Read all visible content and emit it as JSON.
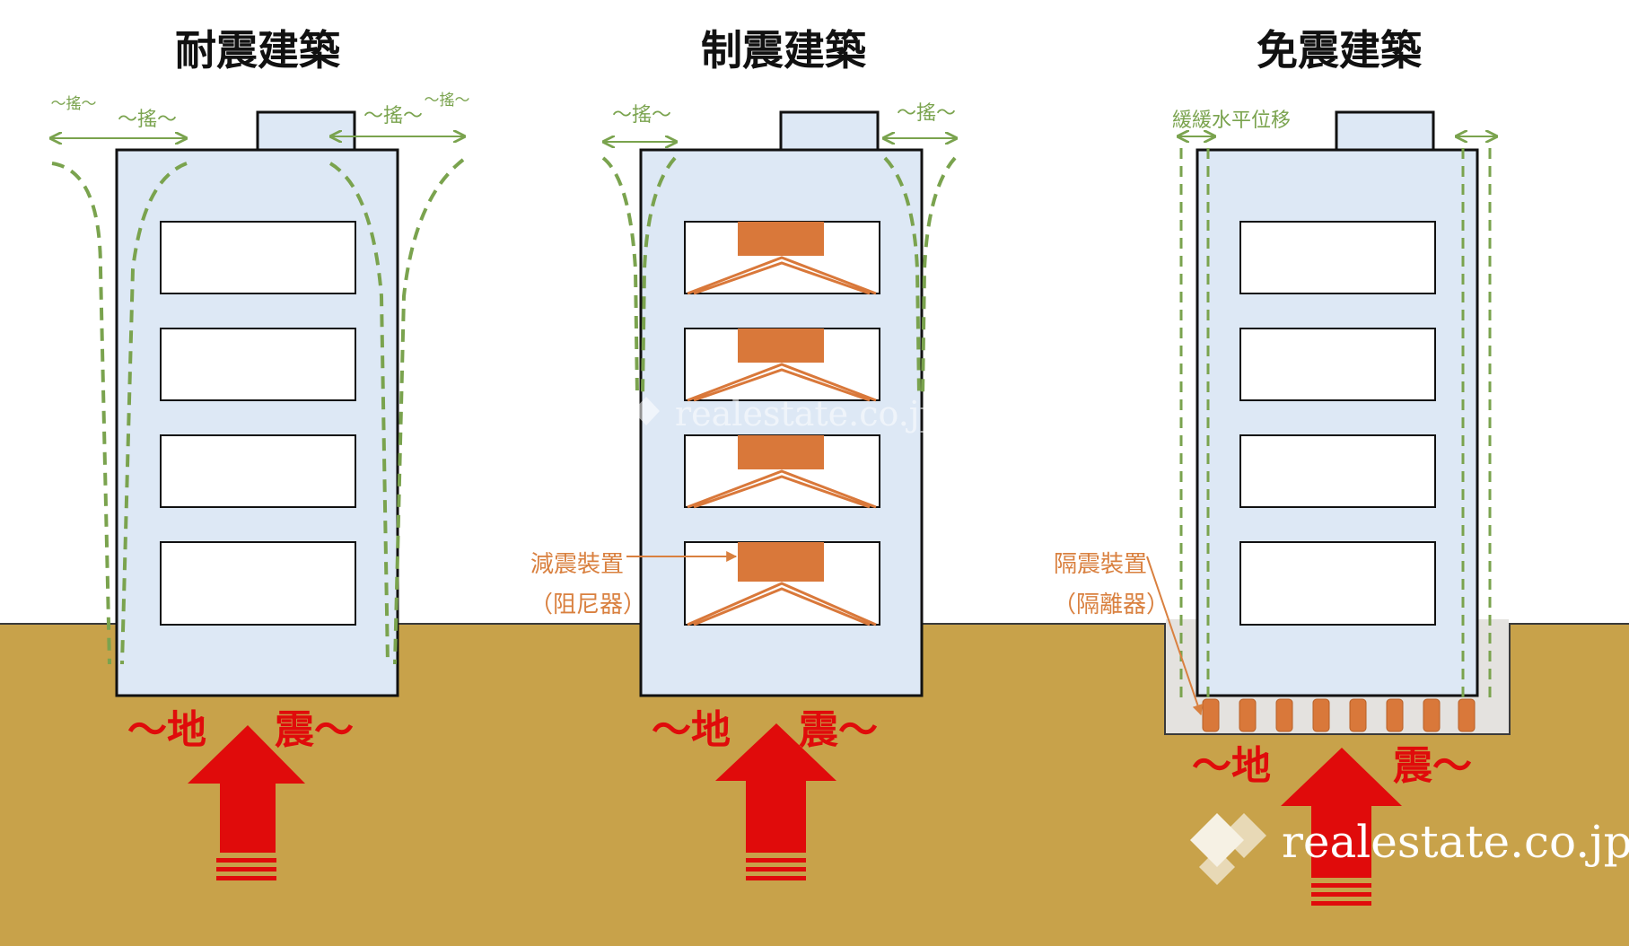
{
  "panels": [
    {
      "title": "耐震建築",
      "sway_labels": [
        "～搖～",
        "～搖～",
        "～搖～",
        "～搖～"
      ]
    },
    {
      "title": "制震建築",
      "sway_labels": [
        "～搖～",
        "～搖～"
      ],
      "callout": {
        "line1": "減震裝置",
        "line2": "（阻尼器）"
      }
    },
    {
      "title": "免震建築",
      "sway_labels": [
        "緩緩水平位移"
      ],
      "callout": {
        "line1": "隔震裝置",
        "line2": "（隔離器）"
      }
    }
  ],
  "earthquake_label": {
    "left": "～地",
    "right": "震～"
  },
  "watermark": "realestate.co.jp",
  "colors": {
    "ground": "#c8a24a",
    "building_fill": "#dde8f5",
    "building_stroke": "#111111",
    "sway_lines": "#7aa34e",
    "damper": "#d9783a",
    "arrow": "#e00b0b",
    "isolation_pit": "#e4e2df"
  },
  "icons": [
    "up-arrow-icon",
    "diamond-logo-icon"
  ]
}
